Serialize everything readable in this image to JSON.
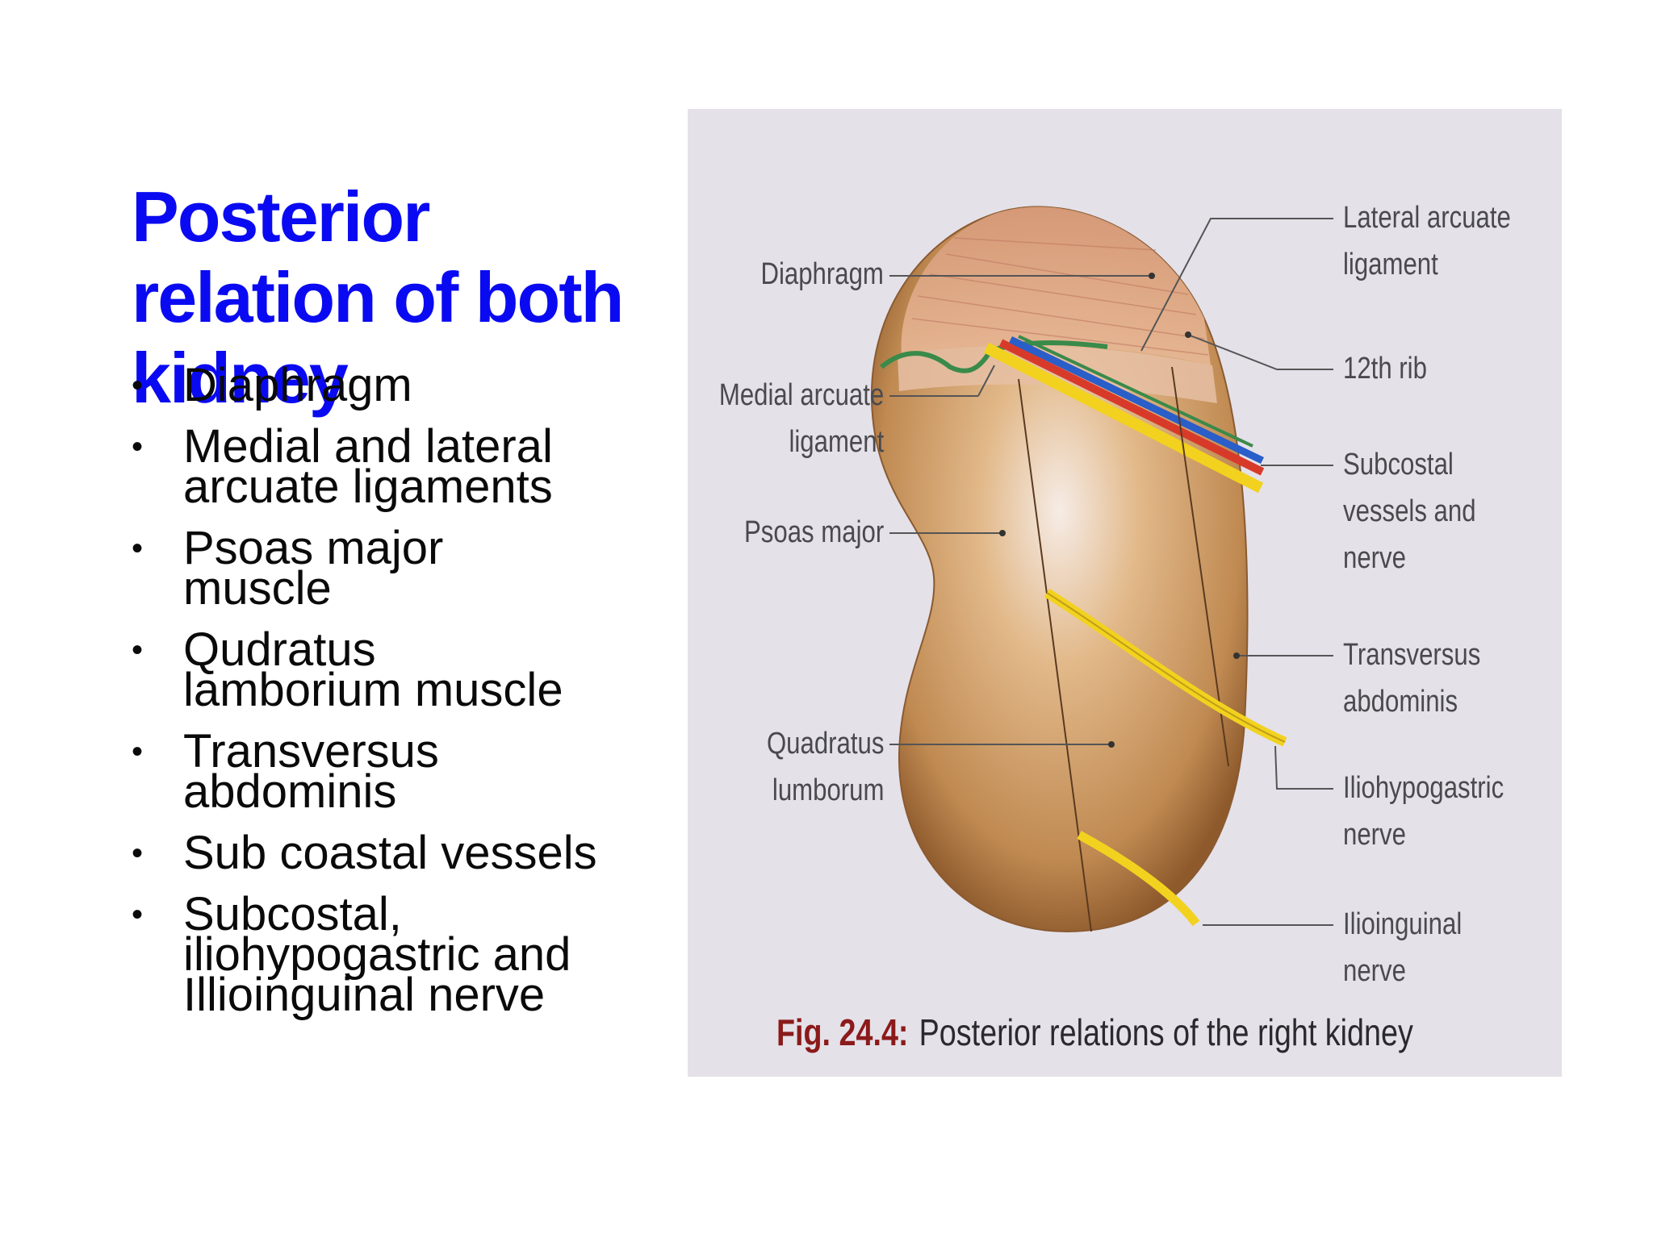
{
  "slide": {
    "title_lines": [
      "Posterior",
      "relation of both",
      "kidney"
    ],
    "bullets": [
      {
        "lines": [
          "Diaphragm"
        ]
      },
      {
        "lines": [
          "Medial and lateral",
          "arcuate ligaments"
        ]
      },
      {
        "lines": [
          "Psoas major",
          "muscle"
        ]
      },
      {
        "lines": [
          "Qudratus",
          "lamborium muscle"
        ]
      },
      {
        "lines": [
          "Transversus",
          "abdominis"
        ]
      },
      {
        "lines": [
          "Sub coastal vessels"
        ]
      },
      {
        "lines": [
          "Subcostal,",
          "iliohypogastric and",
          "Illioinguinal nerve"
        ]
      }
    ],
    "bullet_glyph": "•"
  },
  "figure": {
    "labels_left": {
      "diaphragm": [
        "Diaphragm"
      ],
      "medial_arcuate": [
        "Medial arcuate",
        "ligament"
      ],
      "psoas": [
        "Psoas major"
      ],
      "quadratus": [
        "Quadratus",
        "lumborum"
      ]
    },
    "labels_right": {
      "lateral_arcuate": [
        "Lateral arcuate",
        "ligament"
      ],
      "rib": [
        "12th rib"
      ],
      "subcostal": [
        "Subcostal",
        "vessels and",
        "nerve"
      ],
      "transversus": [
        "Transversus",
        "abdominis"
      ],
      "iliohypogastric": [
        "Iliohypogastric",
        "nerve"
      ],
      "ilioinguinal": [
        "Ilioinguinal",
        "nerve"
      ]
    },
    "caption_number": "Fig. 24.4:",
    "caption_text": "Posterior relations of the right kidney"
  },
  "colors": {
    "title": "#0a0af2",
    "kidney": "#c8955e",
    "nerve_yellow": "#f2d21e",
    "vessel_red": "#d83a2a",
    "vessel_blue": "#2a5ec8",
    "ligament_green": "#3a8a4a"
  }
}
